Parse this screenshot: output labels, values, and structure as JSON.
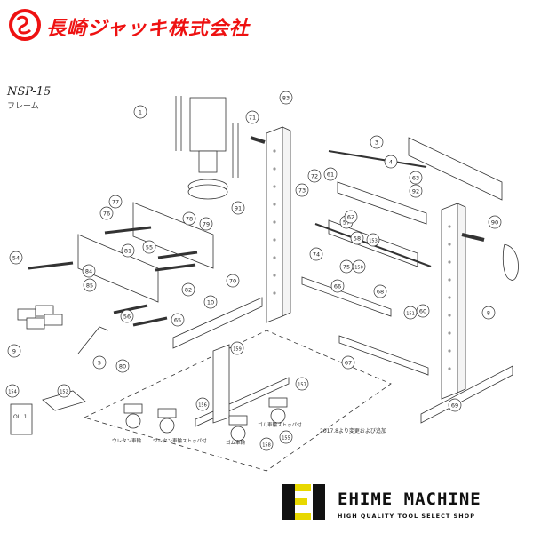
{
  "brand": {
    "name": "長崎ジャッキ株式会社",
    "color": "#e11111"
  },
  "model": {
    "code": "NSP-15",
    "subtitle": "フレーム"
  },
  "note": "2017.8より変更および追加",
  "captions": {
    "urethane": "ウレタン車輪",
    "urethane_stopper": "ウレタン車輪ストッパ付",
    "rubber": "ゴム車輪",
    "rubber_stopper": "ゴム車輪ストッパ付"
  },
  "box_labels": {
    "oil": "OIL 1L"
  },
  "callouts": [
    "1",
    "3",
    "4",
    "5",
    "8",
    "9",
    "10",
    "54",
    "55",
    "56",
    "57",
    "58",
    "60",
    "61",
    "62",
    "63",
    "65",
    "66",
    "67",
    "68",
    "69",
    "70",
    "71",
    "72",
    "73",
    "74",
    "75",
    "76",
    "77",
    "78",
    "79",
    "80",
    "81",
    "82",
    "83",
    "84",
    "85",
    "90",
    "91",
    "92",
    "150",
    "151",
    "152",
    "153",
    "154",
    "155",
    "156",
    "157",
    "158",
    "159"
  ],
  "footer": {
    "name": "EHIME MACHINE",
    "tagline": "HIGH QUALITY TOOL SELECT SHOP",
    "accent": "#e8d800"
  }
}
